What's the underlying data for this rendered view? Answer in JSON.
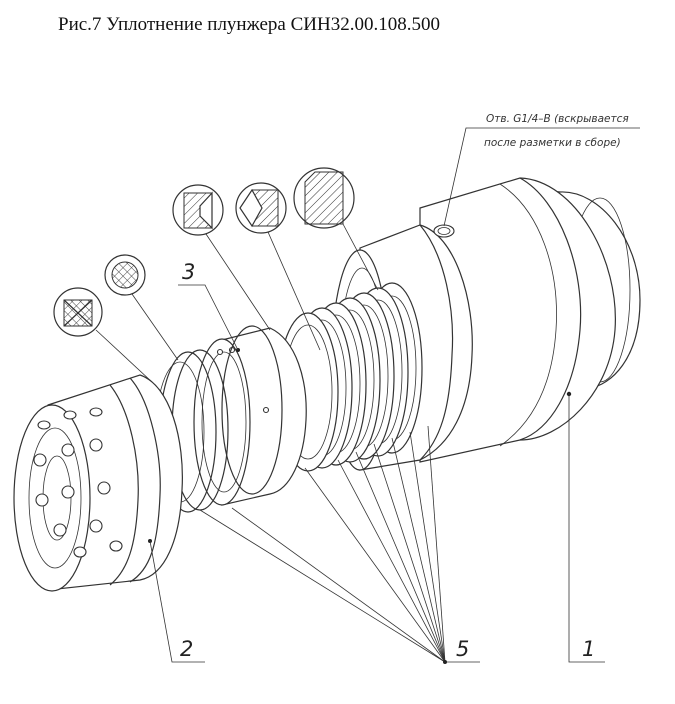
{
  "title": "Рис.7 Уплотнение плунжера СИН32.00.108.500",
  "note": {
    "line1": "Отв. G1/4–В (вскрывается",
    "line2": "после разметки в сборе)"
  },
  "callouts": {
    "c1": "1",
    "c2": "2",
    "c3": "3",
    "c5": "5"
  }
}
